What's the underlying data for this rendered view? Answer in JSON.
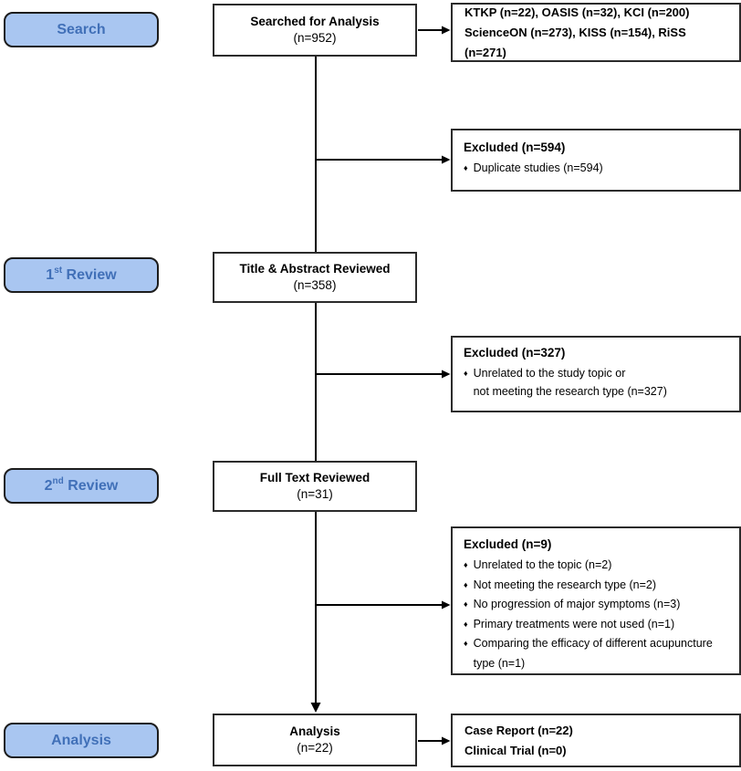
{
  "diagram": {
    "stages": [
      {
        "pre": "Search",
        "sup": "",
        "post": ""
      },
      {
        "pre": "1",
        "sup": "st",
        "post": " Review"
      },
      {
        "pre": "2",
        "sup": "nd",
        "post": " Review"
      },
      {
        "pre": "Analysis",
        "sup": "",
        "post": ""
      }
    ],
    "process_boxes": [
      {
        "title": "Searched for Analysis",
        "count": "(n=952)"
      },
      {
        "title": "Title & Abstract Reviewed",
        "count": "(n=358)"
      },
      {
        "title": "Full Text Reviewed",
        "count": "(n=31)"
      },
      {
        "title": "Analysis",
        "count": "(n=22)"
      }
    ],
    "database_box": {
      "line1": "KTKP (n=22), OASIS (n=32), KCI (n=200)",
      "line2": "ScienceON (n=273), KISS (n=154), RiSS (n=271)"
    },
    "excluded_boxes": [
      {
        "title": "Excluded (n=594)",
        "bullets": [
          "Duplicate studies (n=594)"
        ]
      },
      {
        "title": "Excluded (n=327)",
        "bullets": [
          "Unrelated to the study topic or\nnot meeting the research type (n=327)"
        ]
      },
      {
        "title": "Excluded (n=9)",
        "bullets": [
          "Unrelated to the topic (n=2)",
          "Not meeting the research type (n=2)",
          "No progression of major symptoms (n=3)",
          "Primary treatments were not used (n=1)",
          "Comparing the efficacy of different acupuncture\ntype (n=1)"
        ]
      }
    ],
    "result_box": {
      "line1": "Case Report (n=22)",
      "line2": "Clinical Trial (n=0)"
    },
    "bullet_icon": "♦",
    "colors": {
      "stage_fill": "#a9c6f1",
      "stage_border": "#1c1c1c",
      "stage_text": "#4170b8",
      "box_fill": "#ffffff",
      "box_border": "#2b2b2b",
      "line": "#000000"
    }
  }
}
